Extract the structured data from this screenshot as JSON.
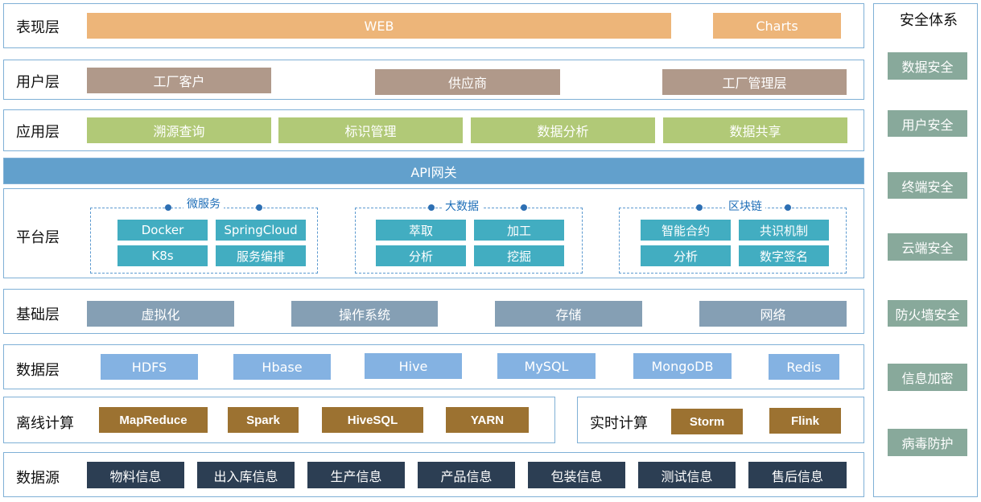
{
  "layers": {
    "presentation": {
      "title": "表现层",
      "items": [
        "WEB",
        "Charts"
      ]
    },
    "user": {
      "title": "用户层",
      "items": [
        "工厂客户",
        "供应商",
        "工厂管理层"
      ]
    },
    "application": {
      "title": "应用层",
      "items": [
        "溯源查询",
        "标识管理",
        "数据分析",
        "数据共享"
      ]
    },
    "gateway": {
      "label": "API网关"
    },
    "platform": {
      "title": "平台层",
      "groups": [
        {
          "title": "微服务",
          "items": [
            "Docker",
            "SpringCloud",
            "K8s",
            "服务编排"
          ]
        },
        {
          "title": "大数据",
          "items": [
            "萃取",
            "加工",
            "分析",
            "挖掘"
          ]
        },
        {
          "title": "区块链",
          "items": [
            "智能合约",
            "共识机制",
            "分析",
            "数字签名"
          ]
        }
      ]
    },
    "infrastructure": {
      "title": "基础层",
      "items": [
        "虚拟化",
        "操作系统",
        "存储",
        "网络"
      ]
    },
    "data": {
      "title": "数据层",
      "items": [
        "HDFS",
        "Hbase",
        "Hive",
        "MySQL",
        "MongoDB",
        "Redis"
      ]
    },
    "offline": {
      "title": "离线计算",
      "items": [
        "MapReduce",
        "Spark",
        "HiveSQL",
        "YARN"
      ]
    },
    "realtime": {
      "title": "实时计算",
      "items": [
        "Storm",
        "Flink"
      ]
    },
    "source": {
      "title": "数据源",
      "items": [
        "物料信息",
        "出入库信息",
        "生产信息",
        "产品信息",
        "包装信息",
        "测试信息",
        "售后信息"
      ]
    }
  },
  "security": {
    "title": "安全体系",
    "items": [
      "数据安全",
      "用户安全",
      "终端安全",
      "云端安全",
      "防火墙安全",
      "信息加密",
      "病毒防护"
    ]
  },
  "colors": {
    "border": "#7fb0d6",
    "presentation": "#edb579",
    "user": "#b0998a",
    "application": "#b1c977",
    "gateway": "#62a0cc",
    "platform": "#42adc1",
    "infrastructure": "#859fb4",
    "data": "#84b2e2",
    "compute": "#9c7231",
    "source": "#2c3e53",
    "security": "#88a99b"
  }
}
